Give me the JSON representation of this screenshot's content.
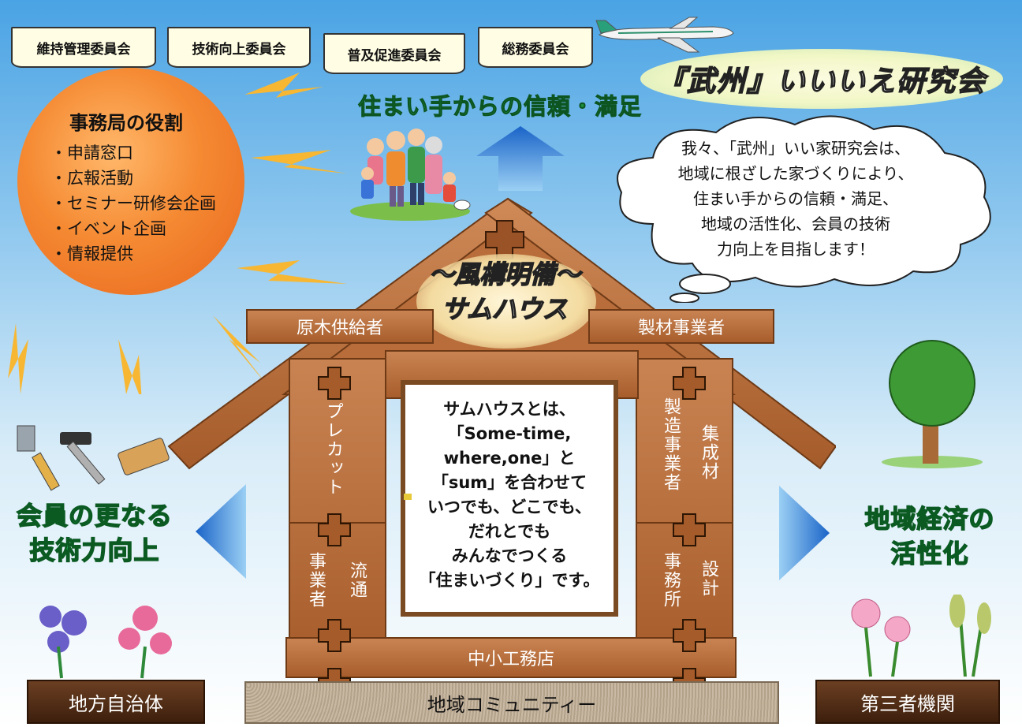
{
  "committees": [
    "維持管理委員会",
    "技術向上委員会",
    "普及促進委員会",
    "総務委員会"
  ],
  "association_name": "『武州』いいいえ研究会",
  "secretariat": {
    "title": "事務局の役割",
    "roles": [
      "・申請窓口",
      "・広報活動",
      "・セミナー研修会企画",
      "・イベント企画",
      "・情報提供"
    ]
  },
  "goal_top": "住まい手からの信頼・満足",
  "mission_lines": [
    "我々、「武州」いい家研究会は、",
    "地域に根ざした家づくりにより、",
    "住まい手からの信頼・満足、",
    "地域の活性化、会員の技術",
    "力向上を目指します！"
  ],
  "house": {
    "motto_line1": "〜風構明備〜",
    "motto_line2": "サムハウス",
    "beam_left": "原木供給者",
    "beam_right": "製材事業者",
    "left_top": "プレカット",
    "left_bottom_a": "流通",
    "left_bottom_b": "事業者",
    "right_top_a": "集成材",
    "right_top_b": "製造事業者",
    "right_bottom_a": "設計",
    "right_bottom_b": "事務所",
    "base_beam": "中小工務店",
    "board_lines": [
      "サムハウスとは、",
      "「Some-time,",
      "where,one」と",
      "「sum」を合わせて",
      "いつでも、どこでも、",
      "だれとでも",
      "みんなでつくる",
      "「住まいづくり」です。"
    ]
  },
  "left_goal": [
    "会員の更なる",
    "技術力向上"
  ],
  "right_goal": [
    "地域経済の",
    "活性化"
  ],
  "ground_label": "地域コミュニティー",
  "left_base": "地方自治体",
  "right_base": "第三者機関",
  "colors": {
    "wood": "#b86d3a",
    "sun": "#f58a33",
    "green_text": "#1d9a46",
    "sky": "#4aa3e4",
    "arrow": "#2a7fd4"
  }
}
